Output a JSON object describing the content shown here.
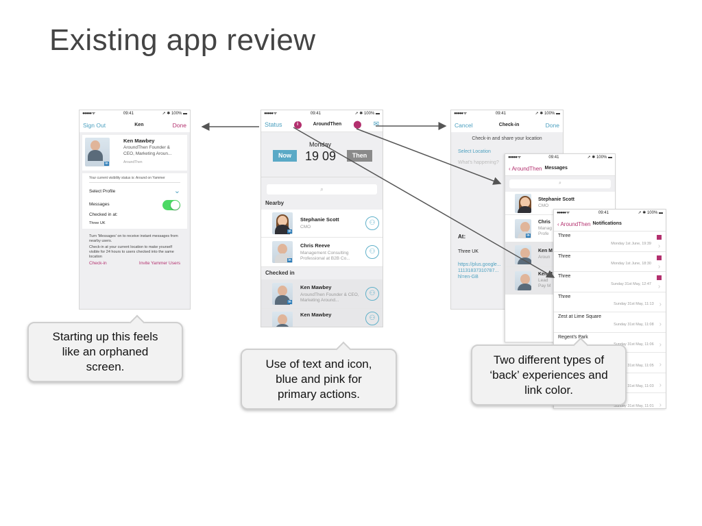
{
  "slide_title": "Existing app review",
  "colors": {
    "link_blue": "#4a9fbf",
    "link_pink": "#b3306e",
    "toggle_green": "#4cd964"
  },
  "status_bar": {
    "carrier": "●●●●● ᯤ",
    "time": "09:41",
    "battery": "100%"
  },
  "profile_screen": {
    "nav_left": "Sign Out",
    "nav_title": "Ken",
    "nav_right": "Done",
    "name": "Ken Mawbey",
    "bio": "AroundThen Founder & CEO, Marketing Aroun...",
    "source": "AroundThen",
    "visibility": "Your current visibility status is: Around on Yammer",
    "select_profile": "Select Profile",
    "messages": "Messages",
    "checked_in_label": "Checked in at:",
    "checked_in_value": "Three UK",
    "help_1": "Turn 'Messages' on to receive instant messages from nearby users.",
    "help_2": "Check-in at your current location to make yourself visible for 24 hours to users checked into the same location",
    "checkin_link": "Check-in",
    "invite_link": "Invite Yammer Users"
  },
  "main_screen": {
    "nav_left": "Status",
    "nav_title": "AroundThen",
    "now_label": "Now",
    "then_label": "Then",
    "day": "Monday",
    "time": "19 09",
    "search_icon": "search-icon",
    "nearby_header": "Nearby",
    "nearby": [
      {
        "name": "Stephanie Scott",
        "sub": "CMO"
      },
      {
        "name": "Chris Reeve",
        "sub": "Management Consulting Professional at B2B Co..."
      }
    ],
    "checked_in_header": "Checked in",
    "checked_in": [
      {
        "name": "Ken Mawbey",
        "sub": "AroundThen Founder & CEO, Marketing Around..."
      },
      {
        "name": "Ken Mawbey",
        "sub": ""
      }
    ]
  },
  "checkin_screen": {
    "nav_left": "Cancel",
    "nav_title": "Check-in",
    "nav_right": "Done",
    "prompt": "Check-in and share your location",
    "select_location": "Select Location",
    "happening": "What's happening?",
    "at_label": "At:",
    "at_value": "Three UK",
    "url": "https://plus.google... 11131837310787... hl=en-GB"
  },
  "messages_screen": {
    "back": "AroundThen",
    "nav_title": "Messages",
    "rows": [
      {
        "name": "Stephanie Scott",
        "sub": "CMO"
      },
      {
        "name": "Chris",
        "sub": "Manag Profe"
      },
      {
        "name": "Ken M",
        "sub": "Aroun"
      },
      {
        "name": "Ken M",
        "sub": "Lead Pay M"
      }
    ]
  },
  "notifications_screen": {
    "back": "AroundThen",
    "nav_title": "Notifications",
    "rows": [
      {
        "title": "Three",
        "date": "Monday 1st June, 19:39",
        "flag": true
      },
      {
        "title": "Three",
        "date": "Monday 1st June, 18:30",
        "flag": true
      },
      {
        "title": "Three",
        "date": "Sunday 31st May, 12:47",
        "flag": true
      },
      {
        "title": "Three",
        "date": "Sunday 31st May, 11:13",
        "flag": false
      },
      {
        "title": "Zest at Lime Square",
        "date": "Sunday 31st May, 11:08",
        "flag": false
      },
      {
        "title": "Regent's Park",
        "date": "Sunday 31st May, 11:06",
        "flag": false
      },
      {
        "title": "",
        "date": "Sunday 31st May, 11:05",
        "flag": false
      },
      {
        "title": "",
        "date": "Sunday 31st May, 11:03",
        "flag": false
      },
      {
        "title": "",
        "date": "Sunday 31st May, 11:01",
        "flag": false
      }
    ]
  },
  "callouts": {
    "left": "Starting up this feels like an orphaned screen.",
    "middle": "Use of text and icon, blue and pink for primary actions.",
    "right": "Two different types of ‘back’ experiences and link color."
  }
}
